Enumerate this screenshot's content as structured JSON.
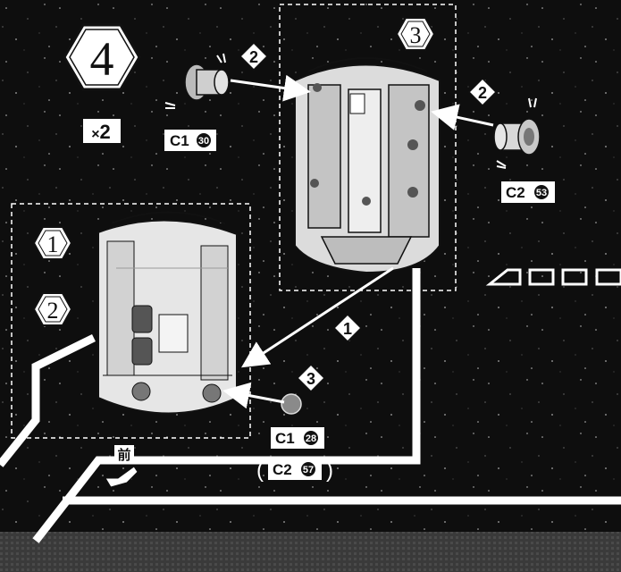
{
  "step": {
    "number": "4",
    "multiplier_prefix": "×",
    "multiplier_value": "2"
  },
  "sub_steps": {
    "box_top_right_label": "3",
    "box_left_labels": [
      "1",
      "2"
    ],
    "arrow_labels": [
      "2",
      "2",
      "1",
      "3"
    ]
  },
  "parts": {
    "part_left_top": {
      "runner": "C1",
      "number": "30"
    },
    "part_right_top": {
      "runner": "C2",
      "number": "53"
    },
    "part_bottom": {
      "runner": "C1",
      "number": "28"
    },
    "part_bottom_alt": {
      "runner": "C2",
      "number": "57",
      "open_paren": "(",
      "close_paren": ")"
    }
  },
  "front_marker": {
    "text": "前"
  },
  "colors": {
    "background": "#0e0e0e",
    "panel_line": "#ffffff",
    "part_fill": "#e6e6e6",
    "part_shadow": "#8a8a8a",
    "label_bg": "#ffffff",
    "label_fg": "#111111"
  }
}
